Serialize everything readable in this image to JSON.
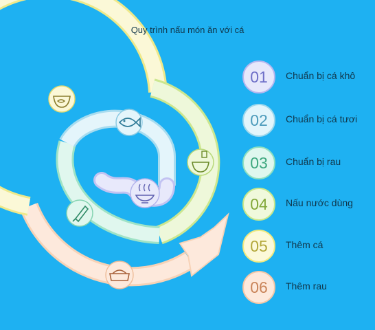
{
  "title": "Quy trình nấu món ăn với cá",
  "steps": [
    {
      "number": "01",
      "label": "Chuẩn bị cá khô",
      "ring": "#b6b7ef",
      "fill": "#e7e8fb",
      "text": "#6f70c8"
    },
    {
      "number": "02",
      "label": "Chuẩn bị cá tươi",
      "ring": "#9fd8ec",
      "fill": "#e3f5fb",
      "text": "#4d9bbb"
    },
    {
      "number": "03",
      "label": "Chuẩn bị rau",
      "ring": "#8fe0c0",
      "fill": "#dff7ee",
      "text": "#3fa87f"
    },
    {
      "number": "04",
      "label": "Nấu nước dùng",
      "ring": "#c8e88a",
      "fill": "#f0f9dc",
      "text": "#82a83a"
    },
    {
      "number": "05",
      "label": "Thêm cá",
      "ring": "#f2ea7f",
      "fill": "#fcf9da",
      "text": "#b3a73a"
    },
    {
      "number": "06",
      "label": "Thêm rau",
      "ring": "#f6c7a6",
      "fill": "#fde9dc",
      "text": "#c98459"
    }
  ],
  "icons": [
    "bowl-fish-icon",
    "fish-icon",
    "rice-bowl-icon",
    "knife-icon",
    "steaming-dish-icon",
    "fish-dish-icon"
  ]
}
